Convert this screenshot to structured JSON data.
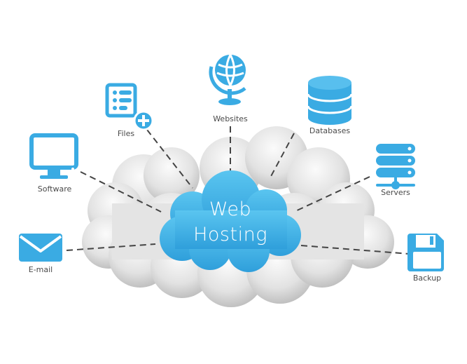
{
  "title": "Web Hosting",
  "center": {
    "line1": "Web",
    "line2": "Hosting"
  },
  "colors": {
    "accent": "#3aabe3",
    "accent_dark": "#2b93cf",
    "cloud_gray": "#d9d9d9",
    "line": "#444444",
    "label": "#4a4a4a"
  },
  "nodes": [
    {
      "id": "files",
      "label": "Files",
      "icon": "file-list-add-icon"
    },
    {
      "id": "websites",
      "label": "Websites",
      "icon": "globe-icon"
    },
    {
      "id": "databases",
      "label": "Databases",
      "icon": "database-icon"
    },
    {
      "id": "software",
      "label": "Software",
      "icon": "monitor-icon"
    },
    {
      "id": "servers",
      "label": "Servers",
      "icon": "server-icon"
    },
    {
      "id": "email",
      "label": "E-mail",
      "icon": "envelope-icon"
    },
    {
      "id": "backup",
      "label": "Backup",
      "icon": "floppy-disk-icon"
    }
  ]
}
